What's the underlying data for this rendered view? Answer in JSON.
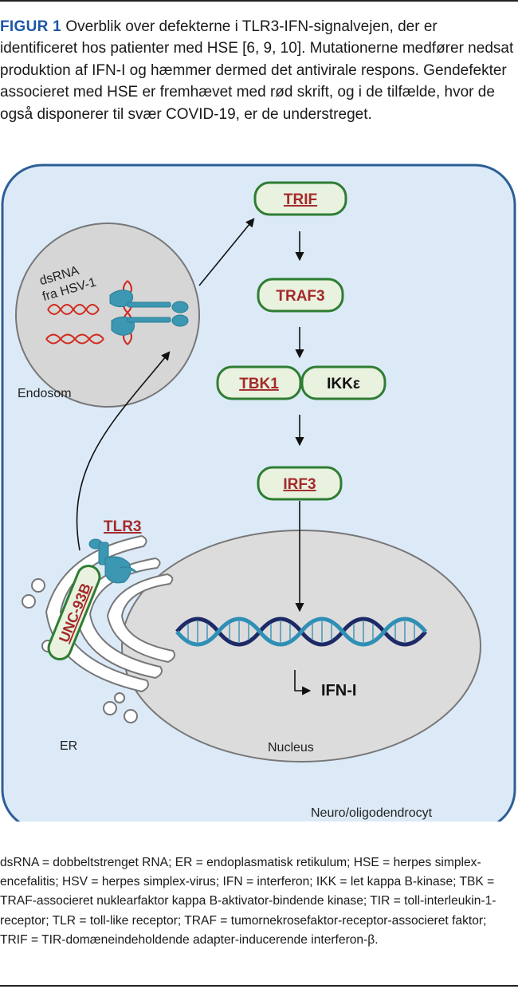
{
  "caption": {
    "label": "FIGUR 1",
    "text": " Overblik over defekterne i TLR3-IFN-signalvejen, der er identificeret hos patienter med HSE [6, 9, 10]. Mutationerne medfører nedsat produktion af IFN-I og hæmmer dermed det antivirale respons. Gendefekter associeret med HSE er fremhævet med rød skrift, og i de tilfælde, hvor de også disponerer til svær COVID-19, er de understreget."
  },
  "diagram": {
    "endosome_virus_label": "dsRNA fra HSV-1",
    "endosome_label": "Endosom",
    "er_label": "ER",
    "nucleus_label": "Nucleus",
    "cell_label": "Neuro/oligodendrocyt",
    "tlr3": "TLR3",
    "unc93b": "UNC-93B",
    "trif": "TRIF",
    "traf3": "TRAF3",
    "tbk1": "TBK1",
    "ikke": "IKKε",
    "irf3": "IRF3",
    "ifn": "IFN-I"
  },
  "colors": {
    "cell_fill": "#dceaf8",
    "cell_stroke": "#2d5f96",
    "box_border": "#2e7d32",
    "box_fill": "#e9f1df",
    "defect_red": "#a42a2a",
    "receptor_teal": "#3b97b2",
    "caption_blue": "#1c56a6"
  },
  "footnote": "dsRNA = dobbeltstrenget RNA; ER = endoplasmatisk retikulum; HSE = herpes simplex-encefalitis; HSV = herpes simplex-virus; IFN = interferon; IKK = let kappa B-kinase; TBK = TRAF-associeret nuklearfaktor kappa B-aktivator-bindende kinase; TIR = toll-interleukin-1-receptor; TLR = toll-like receptor; TRAF = tumornekrosefaktor-receptor-associeret faktor; TRIF = TIR-domæneindeholdende adapter-inducerende interferon-β."
}
